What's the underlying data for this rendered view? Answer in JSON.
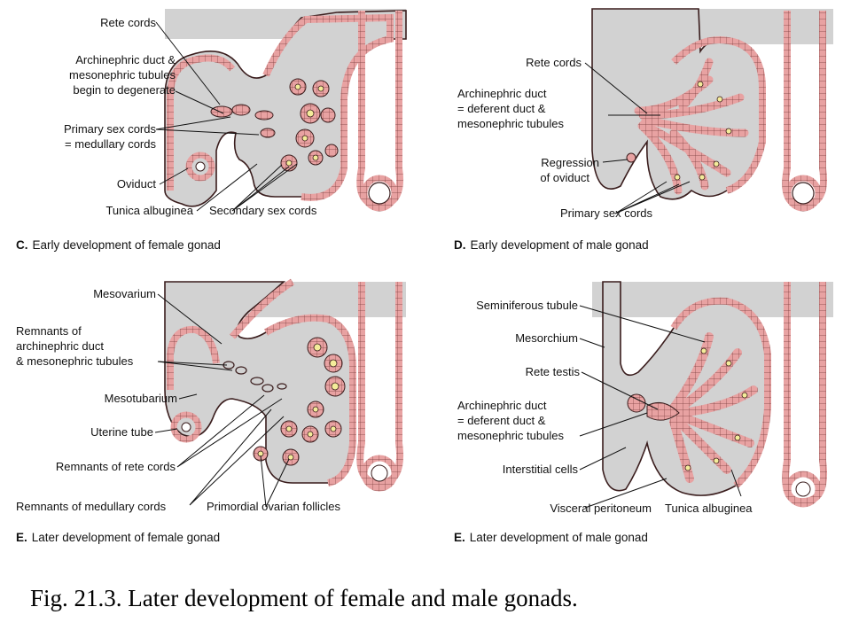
{
  "caption": "Fig. 21.3. Later development of female and male gonads.",
  "colors": {
    "tissue_fill": "#e8a2a2",
    "tissue_stroke": "#3a1d1d",
    "mesenchyme": "#d2d2d2",
    "cell_nucleus": "#f4ec9a",
    "lumen": "#ffffff"
  },
  "panels": [
    {
      "letter": "C.",
      "title": "Early development of female gonad",
      "labels": [
        "Rete cords",
        "Archinephric duct &",
        "mesonephric tubules",
        "begin to degenerate",
        "Primary sex cords",
        "= medullary cords",
        "Oviduct",
        "Tunica albuginea",
        "Secondary sex cords"
      ]
    },
    {
      "letter": "D.",
      "title": "Early development of male gonad",
      "labels": [
        "Rete cords",
        "Archinephric duct",
        "= deferent duct &",
        "mesonephric tubules",
        "Regression",
        "of oviduct",
        "Primary sex cords"
      ]
    },
    {
      "letter": "E.",
      "title": "Later development of female gonad",
      "labels": [
        "Mesovarium",
        "Remnants of",
        "archinephric duct",
        "& mesonephric tubules",
        "Mesotubarium",
        "Uterine tube",
        "Remnants of rete cords",
        "Remnants of medullary cords",
        "Primordial ovarian follicles"
      ]
    },
    {
      "letter": "E.",
      "title": "Later development of male gonad",
      "labels": [
        "Seminiferous tubule",
        "Mesorchium",
        "Rete testis",
        "Archinephric duct",
        "= deferent duct &",
        "mesonephric tubules",
        "Interstitial cells",
        "Visceral peritoneum",
        "Tunica albuginea"
      ]
    }
  ]
}
